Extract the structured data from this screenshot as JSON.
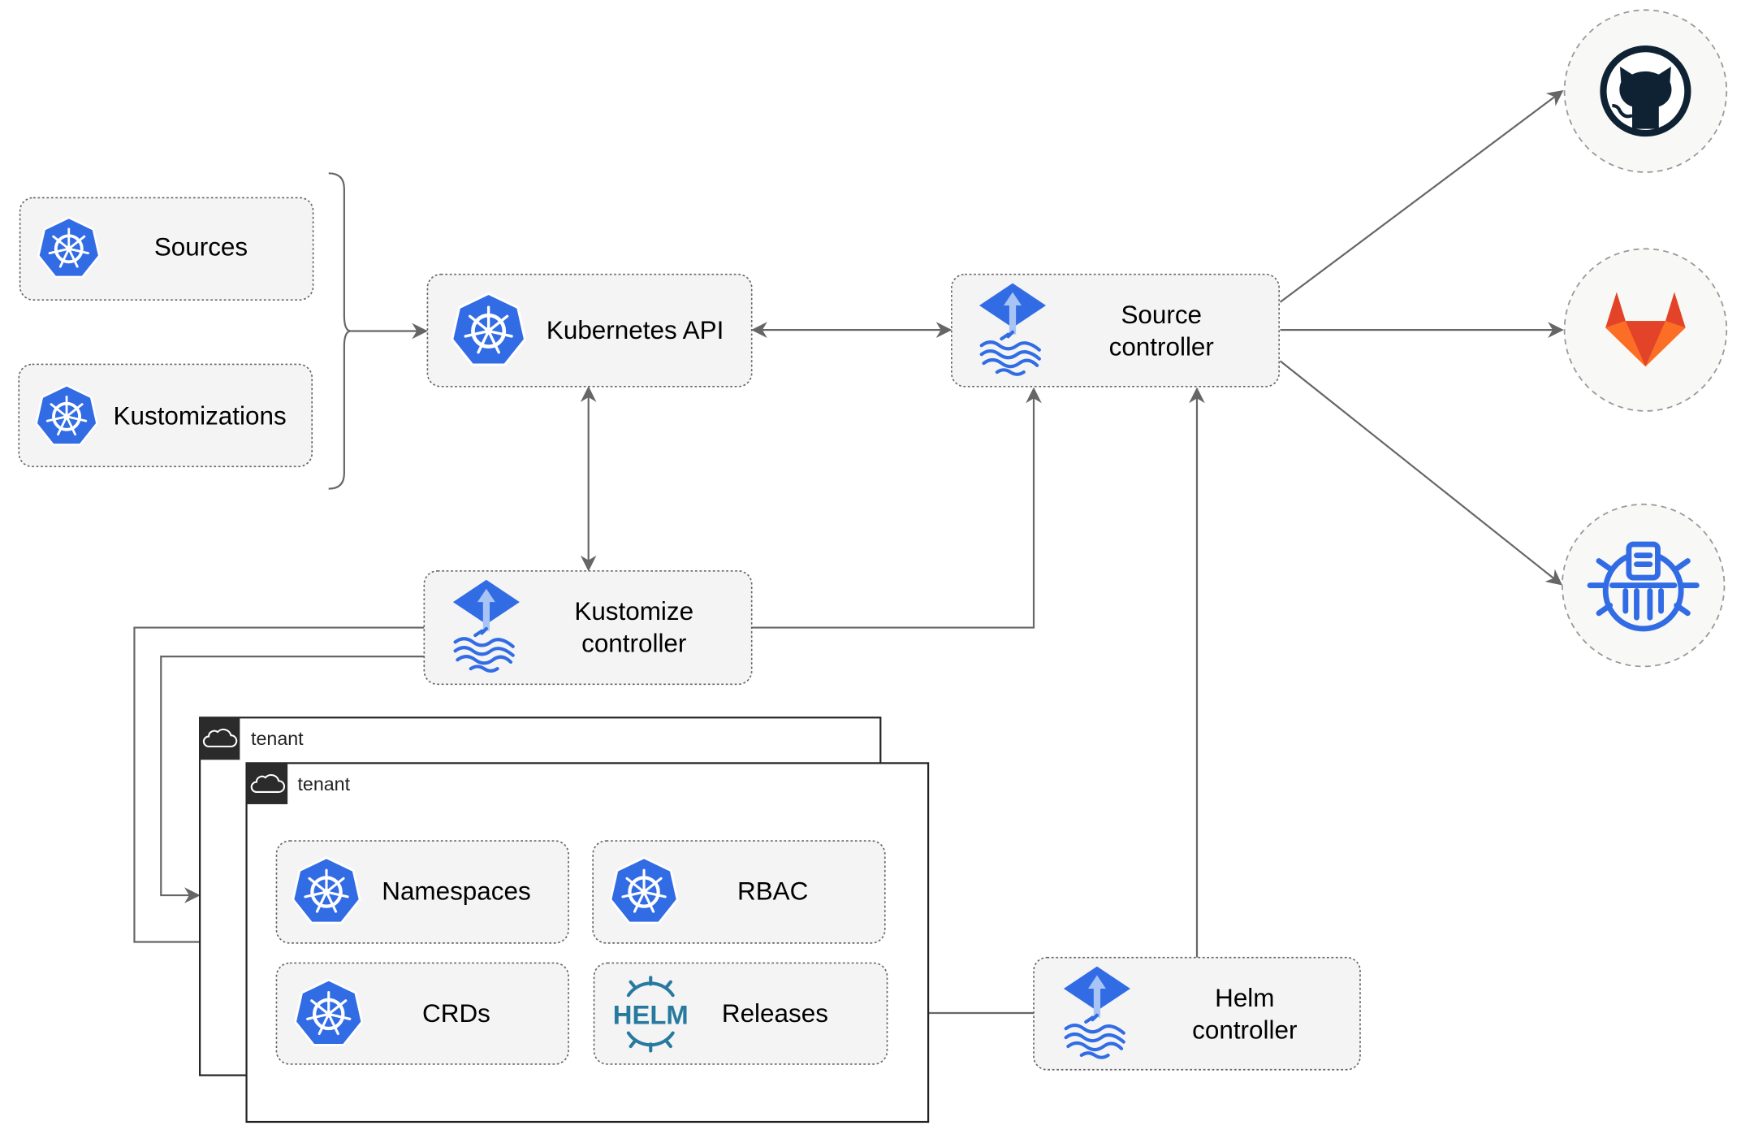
{
  "nodes": {
    "sources": "Sources",
    "kustomizations": "Kustomizations",
    "kubernetes_api": "Kubernetes API",
    "source_controller": [
      "Source",
      "controller"
    ],
    "kustomize_controller": [
      "Kustomize",
      "controller"
    ],
    "helm_controller": [
      "Helm",
      "controller"
    ],
    "namespaces": "Namespaces",
    "rbac": "RBAC",
    "crds": "CRDs",
    "releases": "Releases"
  },
  "tenants": [
    "tenant",
    "tenant"
  ],
  "helm_logo_text": "HELM",
  "external_sources": [
    {
      "icon": "github-icon"
    },
    {
      "icon": "gitlab-icon"
    },
    {
      "icon": "bucket-icon"
    }
  ],
  "colors": {
    "kubernetes_blue": "#326ce5",
    "helm_blue": "#277a9f",
    "github_dark": "#0f2233",
    "gitlab_orange": "#e24329"
  }
}
